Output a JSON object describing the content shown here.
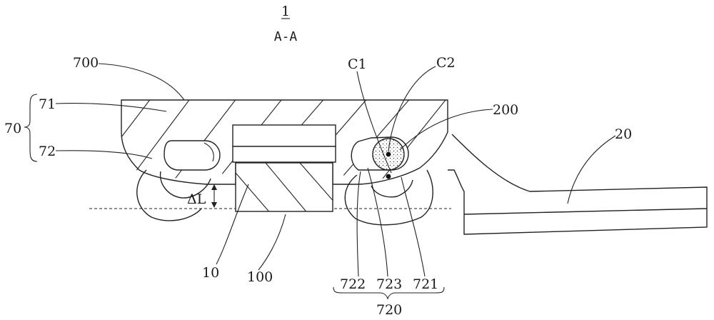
{
  "figure": {
    "number": "1",
    "section": "A-A"
  },
  "labels": {
    "l700": "700",
    "l71": "71",
    "l70": "70",
    "l72": "72",
    "lC1": "C1",
    "lC2": "C2",
    "l200": "200",
    "l20": "20",
    "ldL": "ΔL",
    "l10": "10",
    "l100": "100",
    "l722": "722",
    "l723": "723",
    "l721": "721",
    "l720": "720"
  },
  "colors": {
    "line": "#222222",
    "background": "#ffffff"
  }
}
